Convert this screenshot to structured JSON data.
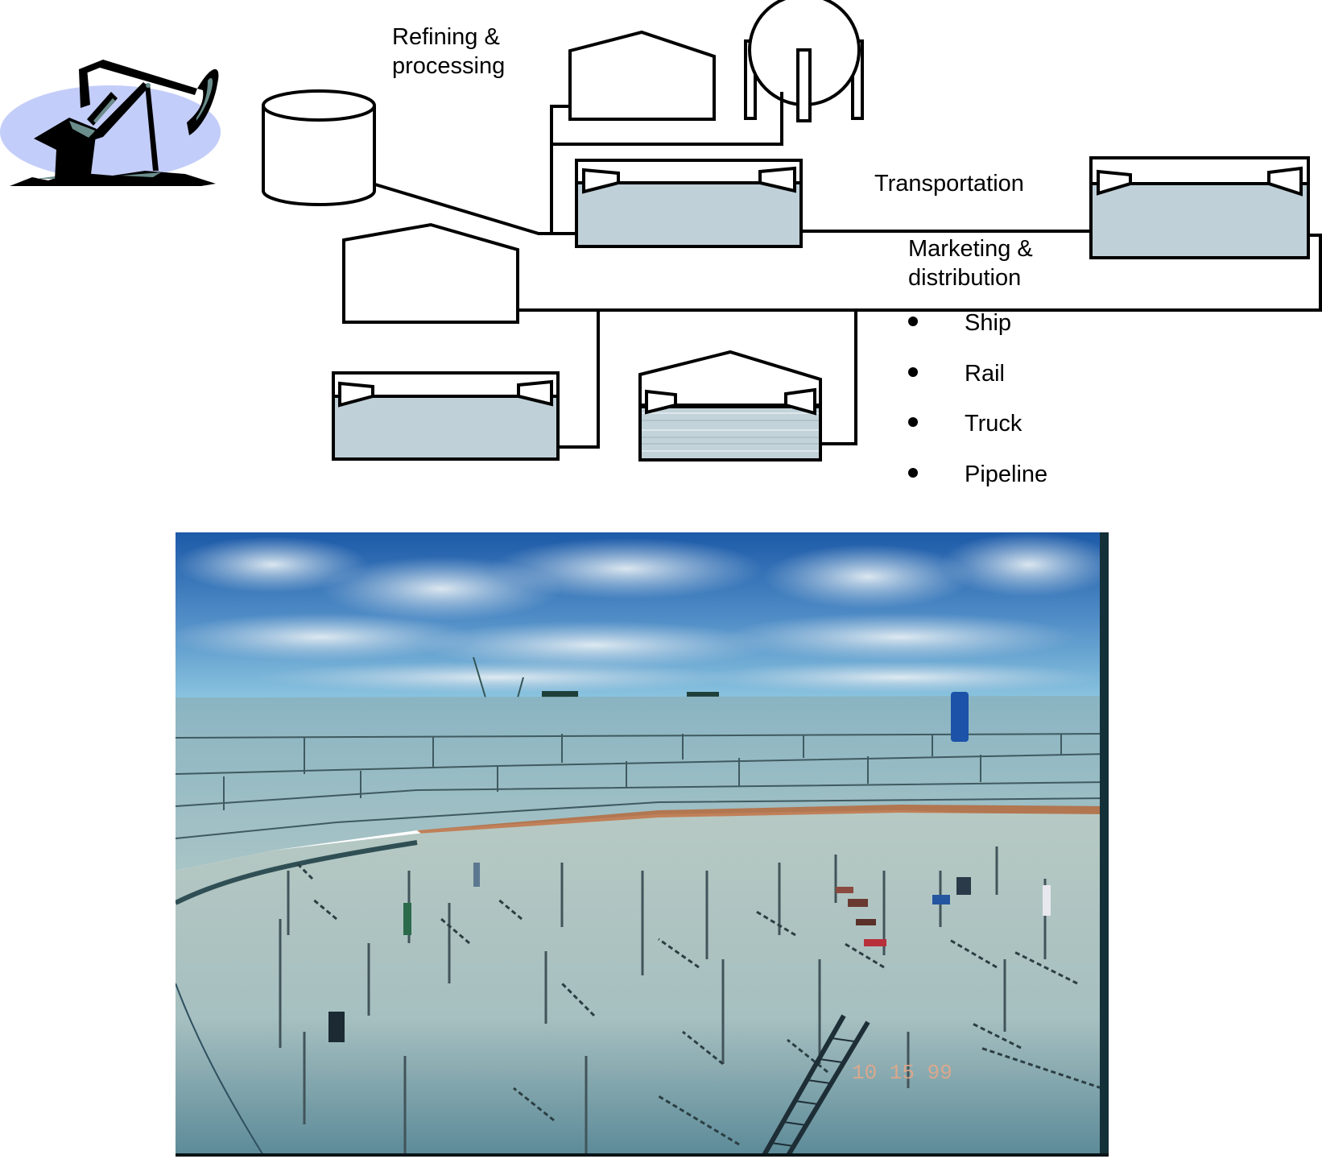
{
  "diagram": {
    "title_labels": {
      "refining": "Refining & processing",
      "refining_line1": "Refining &",
      "refining_line2": "processing",
      "transportation": "Transportation",
      "marketing_line1": "Marketing &",
      "marketing_line2": "distribution"
    },
    "transport_modes": [
      {
        "label": "Ship"
      },
      {
        "label": "Rail"
      },
      {
        "label": "Truck"
      },
      {
        "label": "Pipeline"
      }
    ],
    "icons": {
      "oil_pump": "oil-pump-jack-icon",
      "crude_storage": "cylinder-tank-icon",
      "spherical_tank": "spherical-tank-icon",
      "floating_roof_tank": "floating-roof-tank-icon",
      "building": "warehouse-building-icon"
    },
    "colors": {
      "tank_fill": "#bfd0d8",
      "pump_ellipse": "#c3cdf9",
      "pump_body": "#000000",
      "pump_accent": "#6b8d8c",
      "line": "#000000"
    }
  },
  "photo": {
    "description": "Interior of a large storage tank under construction with roof support columns",
    "date_stamp": "10 15 99",
    "colors": {
      "sky": "#2f72b8",
      "wall": "#7fa8b4",
      "floor": "#a9c1c0",
      "rim": "#b56a3c"
    }
  }
}
